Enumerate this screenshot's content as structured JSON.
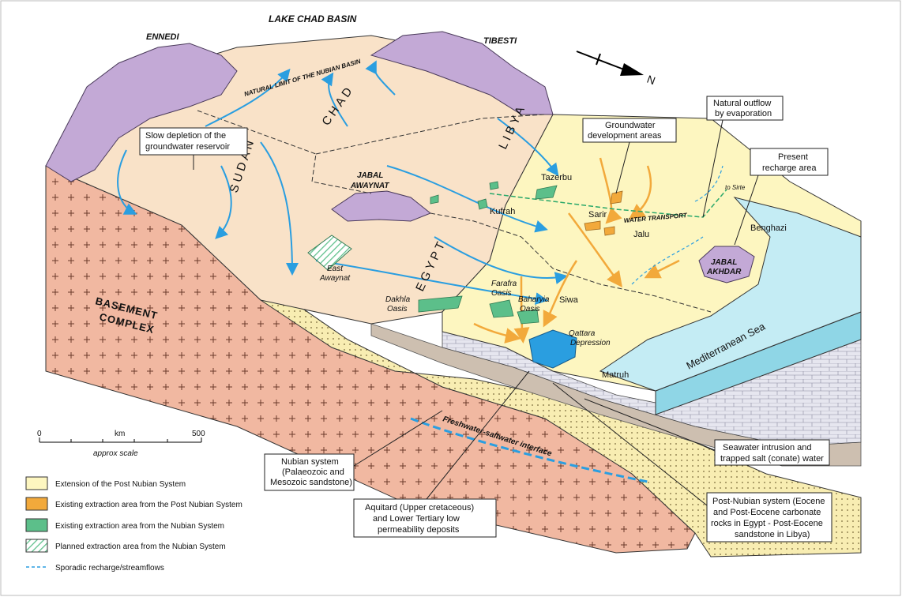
{
  "regions": {
    "lake_chad_basin": "LAKE CHAD BASIN",
    "ennedi": "ENNEDI",
    "tibesti": "TIBESTI",
    "natural_limit": "NATURAL LIMIT OF THE NUBIAN BASIN",
    "chad": "CHAD",
    "sudan": "SUDAN",
    "libya": "LIBYA",
    "egypt": "EGYPT",
    "jabal_awaynat_1": "JABAL",
    "jabal_awaynat_2": "AWAYNAT",
    "jabal_akhdar_1": "JABAL",
    "jabal_akhdar_2": "AKHDAR",
    "basement_1": "BASEMENT",
    "basement_2": "COMPLEX",
    "med_sea": "Mediterranean Sea",
    "north": "N"
  },
  "places": {
    "tazerbu": "Tazerbu",
    "kufrah": "Kufrah",
    "sarir": "Sarir",
    "jalu": "Jalu",
    "benghazi": "Benghazi",
    "to_sirte": "to Sirte",
    "water_transport": "WATER TRANSPORT",
    "east_awaynat_1": "East",
    "east_awaynat_2": "Awaynat",
    "dakhla_1": "Dakhla",
    "dakhla_2": "Oasis",
    "farafra_1": "Farafra",
    "farafra_2": "Oasis",
    "baharyia_1": "Baharyia",
    "baharyia_2": "Oasis",
    "qattara_1": "Qattara",
    "qattara_2": "Depression",
    "siwa": "Siwa",
    "matruh": "Matruh",
    "interface": "Freshwater-saltwater interface"
  },
  "callouts": {
    "slow_depletion": [
      "Slow depletion of the",
      "groundwater reservoir"
    ],
    "gw_dev": [
      "Groundwater",
      "development areas"
    ],
    "natural_outflow": [
      "Natural outflow",
      "by evaporation"
    ],
    "present_recharge": [
      "Present",
      "recharge area"
    ],
    "seawater": [
      "Seawater intrusion and",
      "trapped salt (conate) water"
    ],
    "nubian_system": [
      "Nubian system",
      "(Palaeozoic and",
      "Mesozoic sandstone)"
    ],
    "aquitard": [
      "Aquitard (Upper cretaceous)",
      "and Lower Tertiary low",
      "permeability deposits"
    ],
    "post_nubian": [
      "Post-Nubian system (Eocene",
      "and Post-Eocene carbonate",
      "rocks in Egypt - Post-Eocene",
      "sandstone in Libya)"
    ]
  },
  "scale": {
    "min": 0,
    "max": 500,
    "label_min": "0",
    "label_mid": "km",
    "label_max": "500",
    "caption": "approx scale"
  },
  "legend": [
    {
      "label": "Extension of the Post Nubian System",
      "swatch": "post-nubian",
      "color": "#fdf6c0"
    },
    {
      "label": "Existing extraction area from the Post Nubian System",
      "swatch": "post-nubian-extraction",
      "color": "#f2a93b"
    },
    {
      "label": "Existing extraction area from the Nubian System",
      "swatch": "nubian-extraction",
      "color": "#5cbf8a"
    },
    {
      "label": "Planned extraction area from the Nubian System",
      "swatch": "planned-extraction",
      "color": "#5cbf8a"
    },
    {
      "label": "Sporadic recharge/streamflows",
      "swatch": "recharge-line",
      "color": "#2a9ee0"
    }
  ],
  "colors": {
    "nubian_surface": "#f9e2c8",
    "post_nubian": "#fdf6c0",
    "basement": "#f1b8a1",
    "mountains": "#c3a9d6",
    "sea": "#c4ecf4",
    "flow_blue": "#2a9ee0",
    "flow_orange": "#f2a93b",
    "extraction_green": "#5cbf8a"
  }
}
